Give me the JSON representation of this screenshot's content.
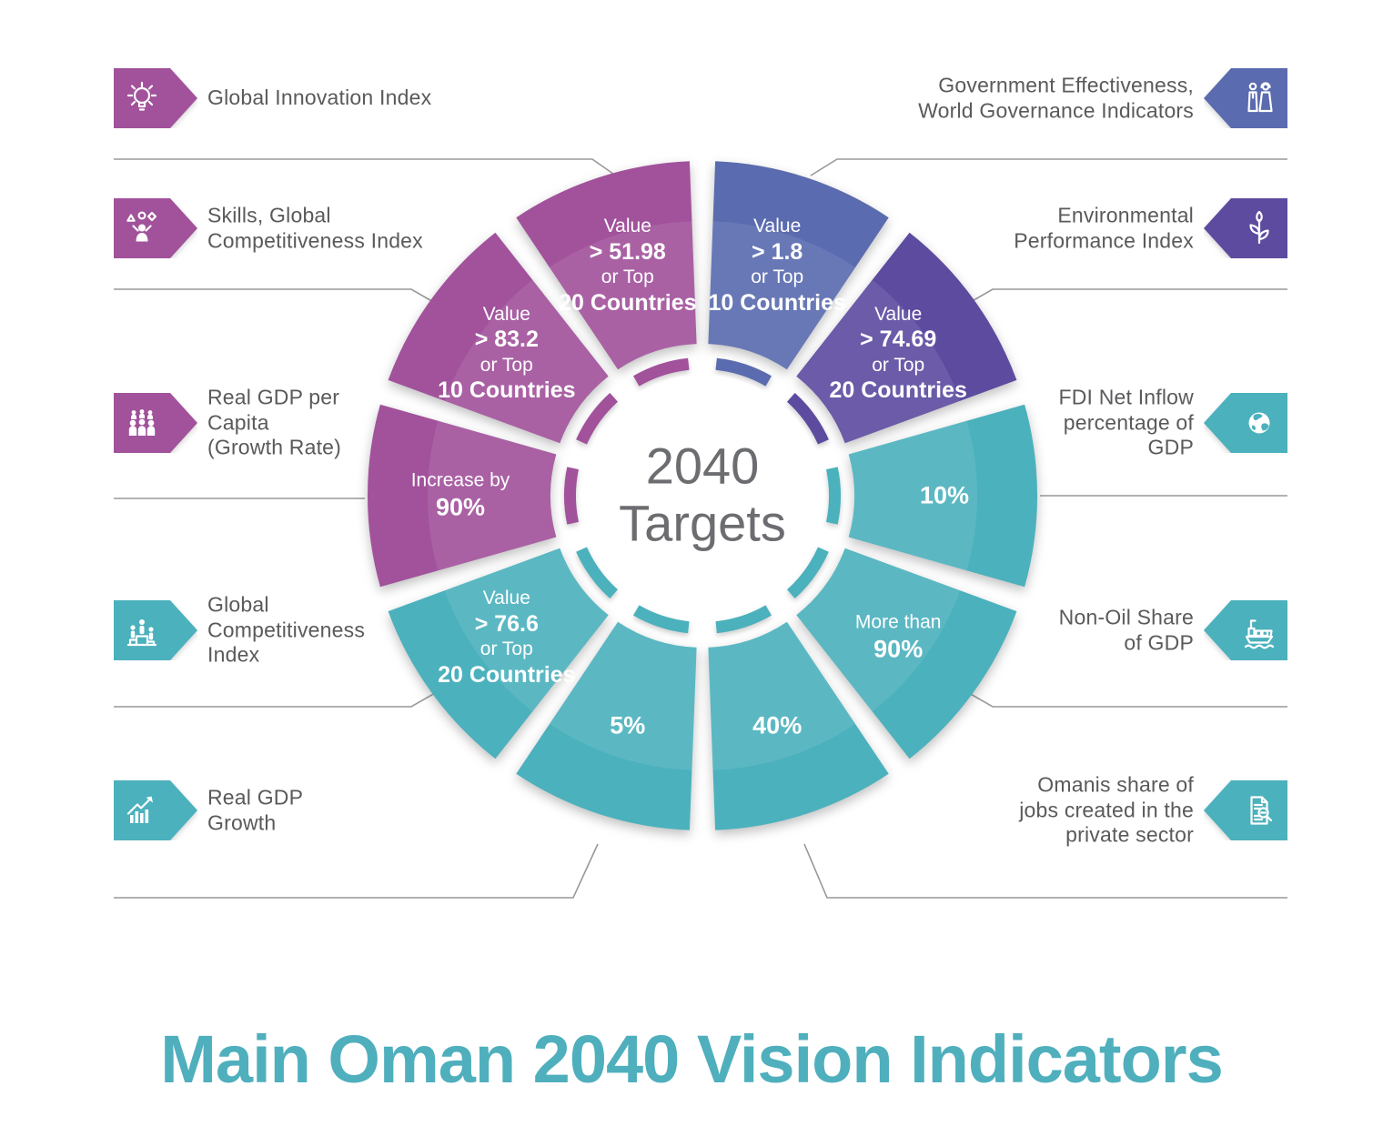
{
  "footer_title": "Main Oman 2040 Vision Indicators",
  "center": {
    "line1": "2040",
    "line2": "Targets"
  },
  "colors": {
    "magenta": "#A1529B",
    "blue": "#5A6BAF",
    "purple": "#5D4BA0",
    "teal": "#4BB1BD",
    "title_teal": "#4FAFBD",
    "label_text": "#595A5C",
    "center_text": "#6C6D70",
    "divider_line": "#97989A"
  },
  "left_indicators": [
    {
      "id": "global-innovation-index",
      "icon": "lightbulb-icon",
      "color": "#A1529B",
      "lines": [
        "Global Innovation Index"
      ]
    },
    {
      "id": "skills-global-competitiveness-index",
      "icon": "skills-icon",
      "color": "#A1529B",
      "lines": [
        "Skills, Global",
        "Competitiveness Index"
      ]
    },
    {
      "id": "real-gdp-per-capita",
      "icon": "people-group-icon",
      "color": "#A1529B",
      "lines": [
        "Real GDP per",
        "Capita",
        "(Growth Rate)"
      ]
    },
    {
      "id": "global-competitiveness-index",
      "icon": "podium-icon",
      "color": "#4BB1BD",
      "lines": [
        "Global",
        "Competitiveness",
        "Index"
      ]
    },
    {
      "id": "real-gdp-growth",
      "icon": "growth-chart-icon",
      "color": "#4BB1BD",
      "lines": [
        "Real GDP",
        "Growth"
      ]
    }
  ],
  "right_indicators": [
    {
      "id": "government-effectiveness",
      "icon": "citizens-icon",
      "color": "#5A6BAF",
      "lines": [
        "Government Effectiveness,",
        "World Governance Indicators"
      ]
    },
    {
      "id": "environmental-performance-index",
      "icon": "plant-icon",
      "color": "#5D4BA0",
      "lines": [
        "Environmental",
        "Performance Index"
      ]
    },
    {
      "id": "fdi-net-inflow",
      "icon": "globe-icon",
      "color": "#4BB1BD",
      "lines": [
        "FDI Net Inflow",
        "percentage of",
        "GDP"
      ]
    },
    {
      "id": "non-oil-share-of-gdp",
      "icon": "ship-icon",
      "color": "#4BB1BD",
      "lines": [
        "Non-Oil Share",
        "of GDP"
      ]
    },
    {
      "id": "omanis-share-of-jobs",
      "icon": "document-search-icon",
      "color": "#4BB1BD",
      "lines": [
        "Omanis share of",
        "jobs created in the",
        "private sector"
      ]
    }
  ],
  "chart_data": {
    "type": "pie",
    "title": "2040 Targets",
    "legend_position": "none",
    "note": "Donut of 10 equal segments, clockwise from 12 o'clock; each segment shows the 2040 target for one indicator",
    "segments": [
      {
        "indicator": "Government Effectiveness, World Governance Indicators",
        "target": "Value > 1.8 or Top 10 Countries",
        "color": "#5A6BAF",
        "lines": [
          {
            "t": "Value",
            "s": "reg"
          },
          {
            "t": "> 1.8",
            "s": "b"
          },
          {
            "t": "or Top",
            "s": "reg"
          },
          {
            "t": "10 Countries",
            "s": "b"
          }
        ]
      },
      {
        "indicator": "Environmental Performance Index",
        "target": "Value > 74.69 or Top 20 Countries",
        "color": "#5D4BA0",
        "lines": [
          {
            "t": "Value",
            "s": "reg"
          },
          {
            "t": "> 74.69",
            "s": "b"
          },
          {
            "t": "or Top",
            "s": "reg"
          },
          {
            "t": "20 Countries",
            "s": "b"
          }
        ]
      },
      {
        "indicator": "FDI Net Inflow percentage of GDP",
        "target": "10%",
        "color": "#4BB1BD",
        "lines": [
          {
            "t": "10%",
            "s": "pct"
          }
        ]
      },
      {
        "indicator": "Non-Oil Share of GDP",
        "target": "More than 90%",
        "color": "#4BB1BD",
        "lines": [
          {
            "t": "More than",
            "s": "reg"
          },
          {
            "t": "90%",
            "s": "pct"
          }
        ]
      },
      {
        "indicator": "Omanis share of jobs created in the private sector",
        "target": "40%",
        "color": "#4BB1BD",
        "lines": [
          {
            "t": "40%",
            "s": "pct"
          }
        ]
      },
      {
        "indicator": "Real GDP Growth",
        "target": "5%",
        "color": "#4BB1BD",
        "lines": [
          {
            "t": "5%",
            "s": "pct"
          }
        ]
      },
      {
        "indicator": "Global Competitiveness Index",
        "target": "Value > 76.6 or Top 20 Countries",
        "color": "#4BB1BD",
        "lines": [
          {
            "t": "Value",
            "s": "reg"
          },
          {
            "t": "> 76.6",
            "s": "b"
          },
          {
            "t": "or Top",
            "s": "reg"
          },
          {
            "t": "20 Countries",
            "s": "b"
          }
        ]
      },
      {
        "indicator": "Real GDP per Capita (Growth Rate)",
        "target": "Increase by 90%",
        "color": "#A1529B",
        "lines": [
          {
            "t": "Increase by",
            "s": "reg"
          },
          {
            "t": "90%",
            "s": "pct"
          }
        ]
      },
      {
        "indicator": "Skills, Global Competitiveness Index",
        "target": "Value > 83.2 or Top 10 Countries",
        "color": "#A1529B",
        "lines": [
          {
            "t": "Value",
            "s": "reg"
          },
          {
            "t": "> 83.2",
            "s": "b"
          },
          {
            "t": "or Top",
            "s": "reg"
          },
          {
            "t": "10 Countries",
            "s": "b"
          }
        ]
      },
      {
        "indicator": "Global Innovation Index",
        "target": "Value > 51.98 or Top 20 Countries",
        "color": "#A1529B",
        "lines": [
          {
            "t": "Value",
            "s": "reg"
          },
          {
            "t": "> 51.98",
            "s": "b"
          },
          {
            "t": "or Top",
            "s": "reg"
          },
          {
            "t": "20 Countries",
            "s": "b"
          }
        ]
      }
    ]
  }
}
